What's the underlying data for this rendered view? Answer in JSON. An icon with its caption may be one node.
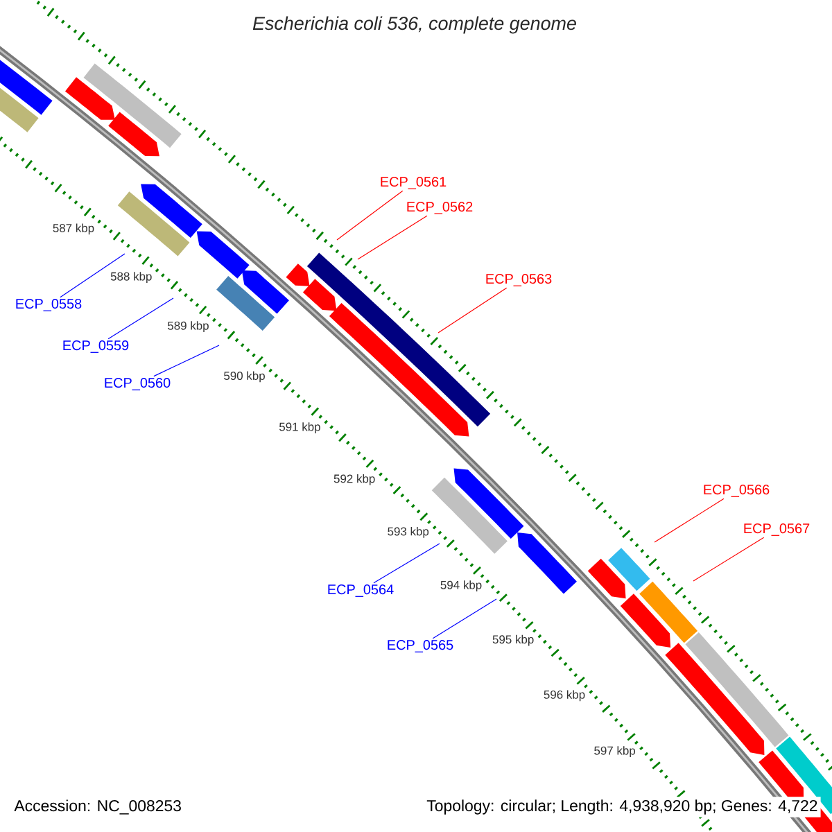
{
  "diagram": {
    "title": "Escherichia coli 536, complete genome",
    "nodes": [
      {
        "text": [
          "ECP_0558"
        ]
      },
      {
        "text": [
          "ECP_0559"
        ]
      },
      {
        "text": [
          "ECP_0560"
        ]
      },
      {
        "text": [
          "ECP_0561"
        ]
      },
      {
        "text": [
          "ECP_0562"
        ]
      },
      {
        "text": [
          "ECP_0563"
        ]
      },
      {
        "text": [
          "ECP_0564"
        ]
      },
      {
        "text": [
          "ECP_0565"
        ]
      },
      {
        "text": [
          "ECP_0566"
        ]
      },
      {
        "text": [
          "ECP_0567"
        ]
      }
    ],
    "edges": [
      {
        "from": 0,
        "to": null,
        "arrow": "none",
        "color": "#0000ff"
      },
      {
        "from": 1,
        "to": null,
        "arrow": "none",
        "color": "#0000ff"
      },
      {
        "from": 2,
        "to": null,
        "arrow": "none",
        "color": "#0000ff"
      },
      {
        "from": 3,
        "to": null,
        "arrow": "none",
        "color": "#ff0000"
      },
      {
        "from": 4,
        "to": null,
        "arrow": "none",
        "color": "#ff0000"
      },
      {
        "from": 5,
        "to": null,
        "arrow": "none",
        "color": "#ff0000"
      },
      {
        "from": 6,
        "to": null,
        "arrow": "none",
        "color": "#0000ff"
      },
      {
        "from": 7,
        "to": null,
        "arrow": "none",
        "color": "#0000ff"
      },
      {
        "from": 8,
        "to": null,
        "arrow": "none",
        "color": "#ff0000"
      },
      {
        "from": 9,
        "to": null,
        "arrow": "none",
        "color": "#ff0000"
      }
    ],
    "labels": [
      "587 kbp",
      "588 kbp",
      "589 kbp",
      "590 kbp",
      "591 kbp",
      "592 kbp",
      "593 kbp",
      "594 kbp",
      "595 kbp",
      "596 kbp",
      "597 kbp",
      "Accession: NC_008253",
      "Topology: circular; Length: 4,938,920 bp; Genes: 4,722"
    ]
  }
}
